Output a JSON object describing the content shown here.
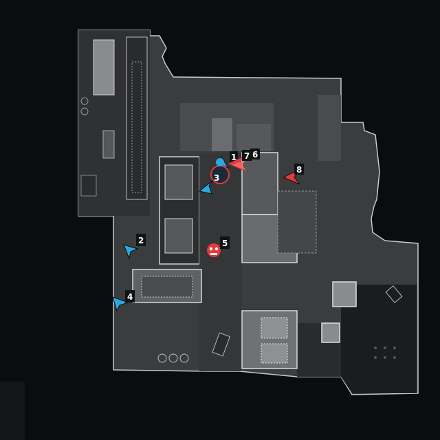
{
  "map": {
    "background_color": "#0b0c0f",
    "floor_color": "#3b3c3e",
    "wall_color": "#c9c9c9",
    "room_light_color": "#6e6f72",
    "room_dark_color": "#27282a"
  },
  "markers": [
    {
      "id": "marker-1",
      "label": "1",
      "team": "ally",
      "icon": "arrow-icon",
      "color": "#2aa8e0"
    },
    {
      "id": "marker-2",
      "label": "2",
      "team": "ally",
      "icon": "arrow-icon",
      "color": "#2aa8e0"
    },
    {
      "id": "marker-3",
      "label": "3",
      "team": "ally-self",
      "icon": "player-ring-icon",
      "color": "#2aa8e0"
    },
    {
      "id": "marker-4",
      "label": "4",
      "team": "ally",
      "icon": "arrow-icon",
      "color": "#2aa8e0"
    },
    {
      "id": "marker-5",
      "label": "5",
      "team": "dead",
      "icon": "skull-icon",
      "color": "#e23b3b"
    },
    {
      "id": "marker-6",
      "label": "6",
      "team": "enemy",
      "icon": "arrow-icon",
      "color": "#e23b3b"
    },
    {
      "id": "marker-7",
      "label": "7",
      "team": "enemy",
      "icon": "arrow-icon",
      "color": "#e23b3b"
    },
    {
      "id": "marker-8",
      "label": "8",
      "team": "enemy",
      "icon": "arrow-icon",
      "color": "#e23b3b"
    }
  ]
}
